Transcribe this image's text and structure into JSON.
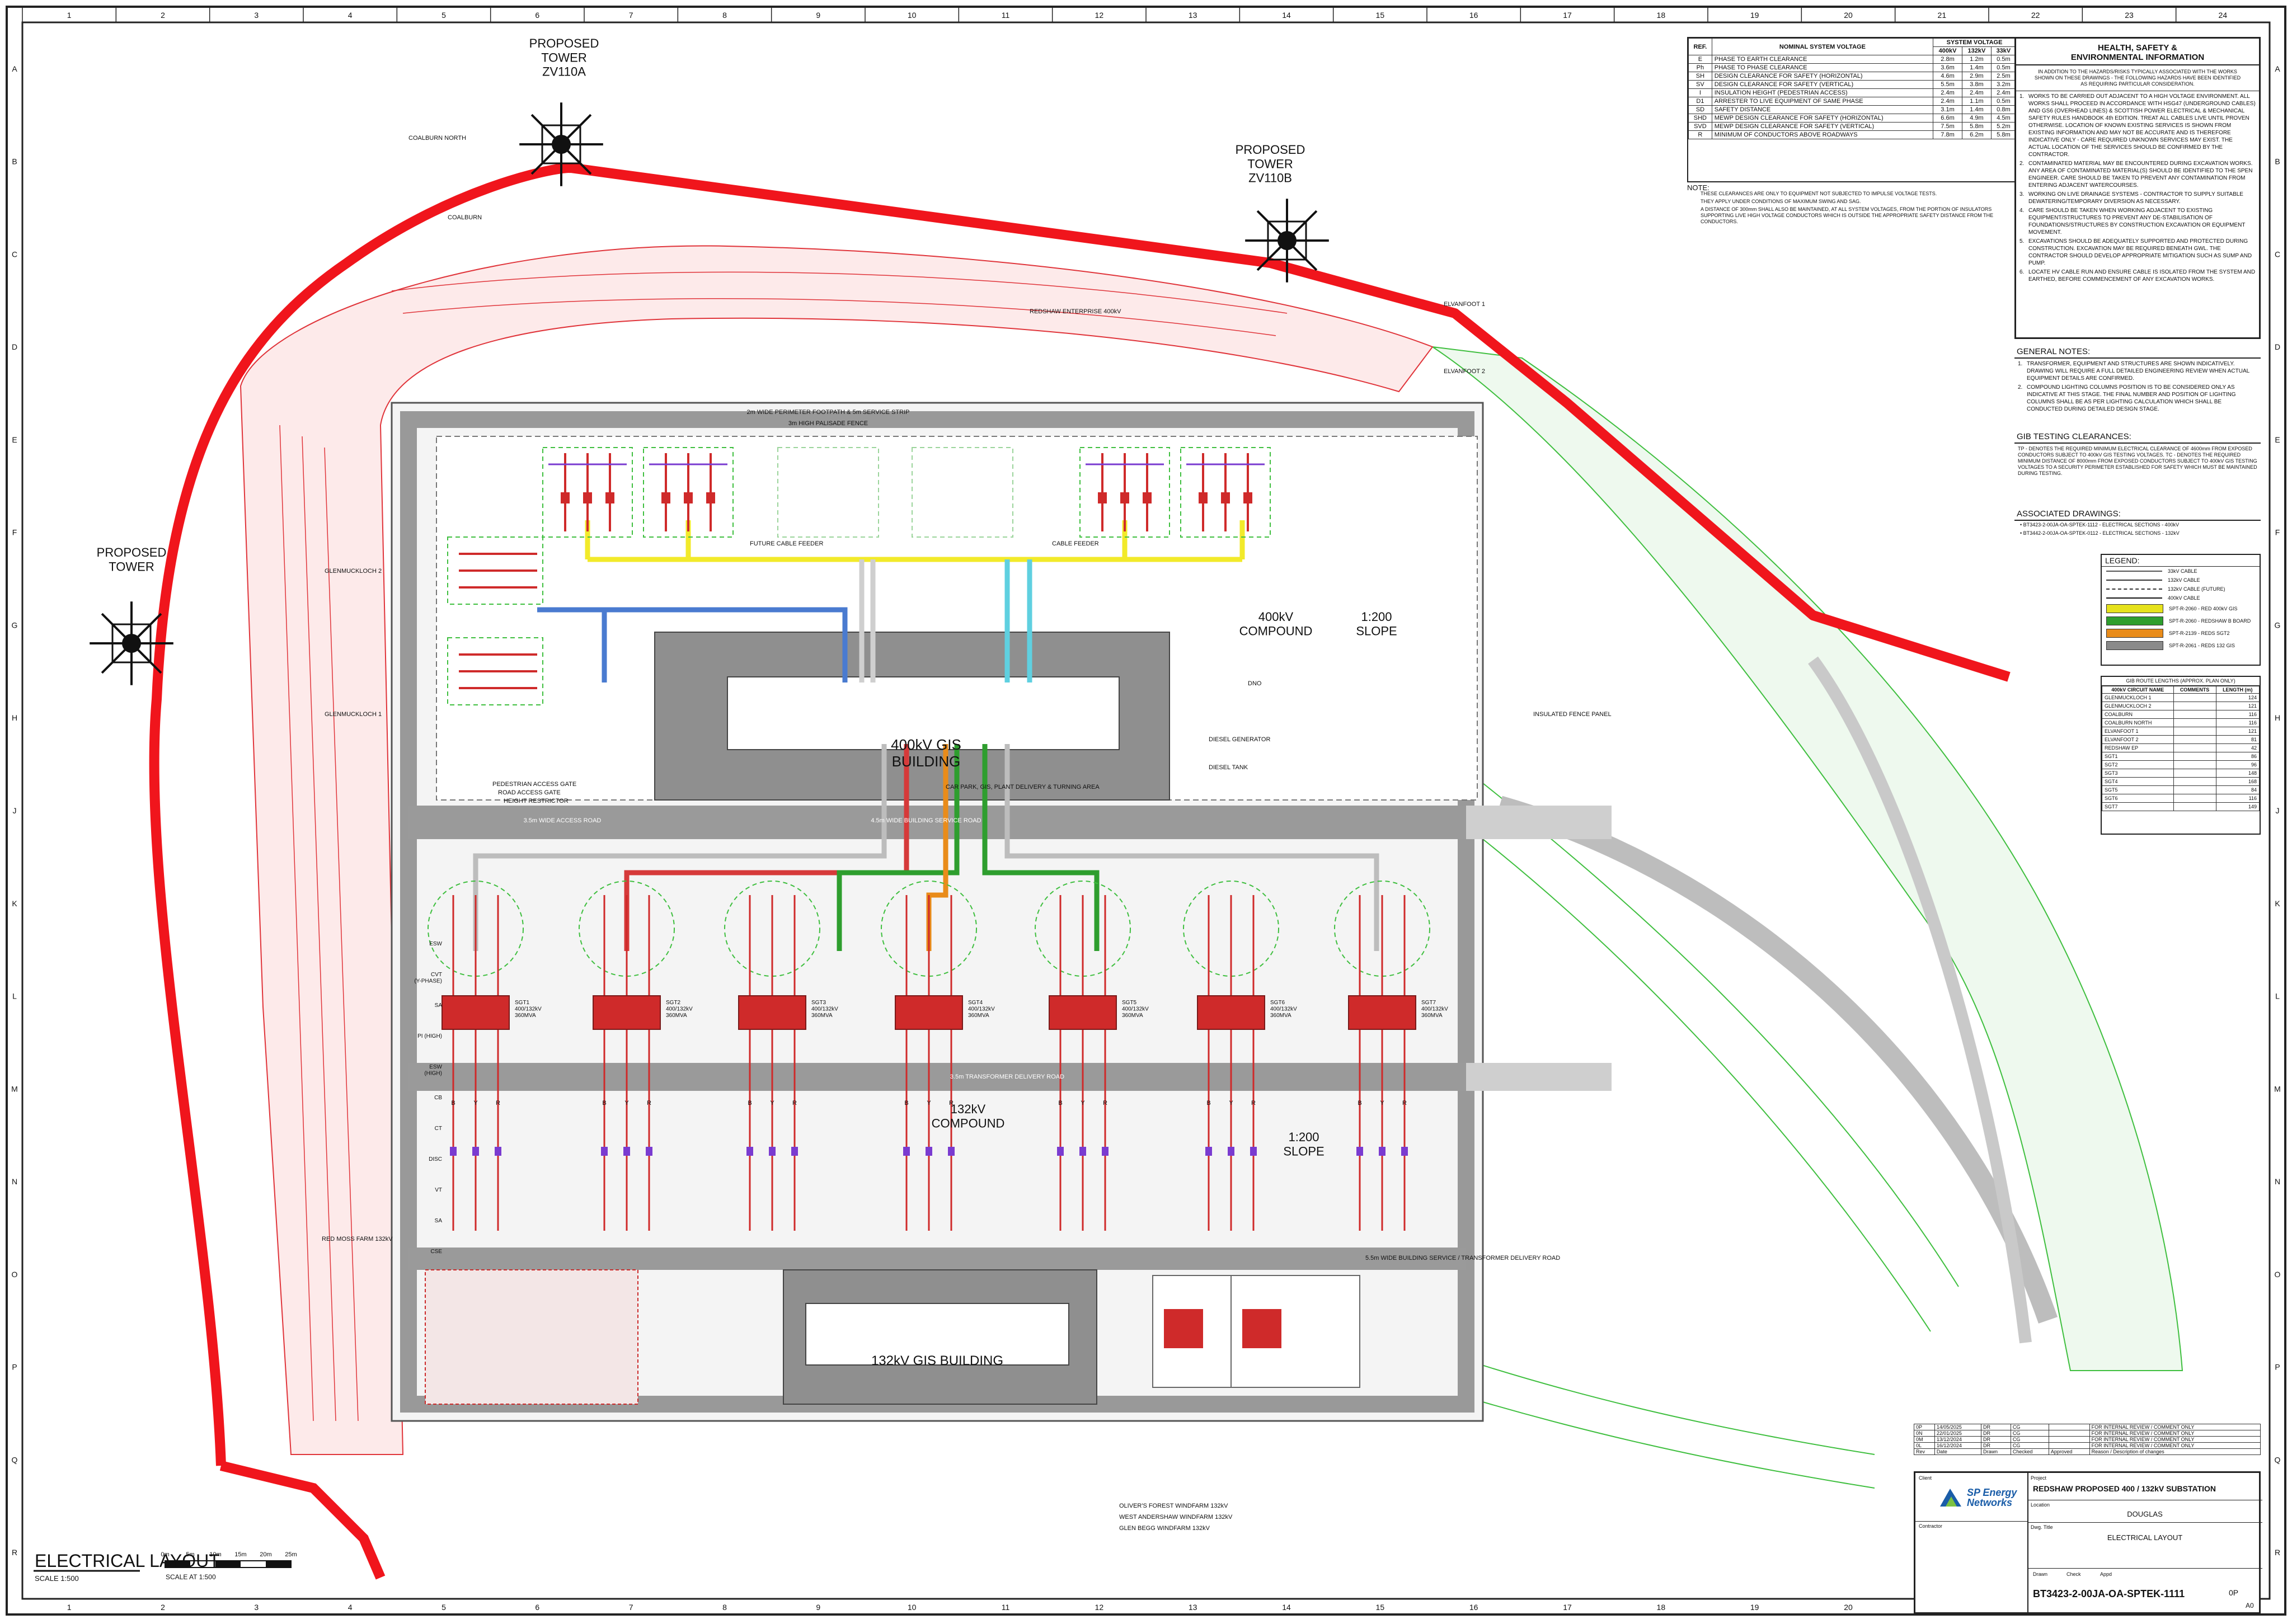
{
  "drawing": {
    "title_label": "ELECTRICAL LAYOUT",
    "scale_label": "SCALE 1:500",
    "scale_bar_label": "SCALE AT 1:500",
    "scale_ticks": [
      "0m",
      "5m",
      "10m",
      "15m",
      "20m",
      "25m"
    ],
    "grid_columns": [
      "1",
      "2",
      "3",
      "4",
      "5",
      "6",
      "7",
      "8",
      "9",
      "10",
      "11",
      "12",
      "13",
      "14",
      "15",
      "16",
      "17",
      "18",
      "19",
      "20",
      "21",
      "22",
      "23",
      "24"
    ],
    "grid_rows": [
      "A",
      "B",
      "C",
      "D",
      "E",
      "F",
      "G",
      "H",
      "J",
      "K",
      "L",
      "M",
      "N",
      "O",
      "P",
      "Q",
      "R"
    ]
  },
  "plan": {
    "towers": [
      {
        "label": "PROPOSED\nTOWER\nZV110A"
      },
      {
        "label": "PROPOSED\nTOWER\nZV110B"
      },
      {
        "label": "PROPOSED\nTOWER"
      }
    ],
    "compound_400": "400kV\nCOMPOUND",
    "compound_132": "132kV\nCOMPOUND",
    "slope_400": "1:200\nSLOPE",
    "slope_132": "1:200\nSLOPE",
    "gis_400": "400kV GIS\nBUILDING",
    "gis_132": "132kV GIS BUILDING",
    "roads": [
      "3.5m WIDE ACCESS ROAD",
      "4.5m WIDE BUILDING SERVICE ROAD",
      "3.5m TRANSFORMER DELIVERY ROAD",
      "5.5m WIDE BUILDING SERVICE / TRANSFORMER DELIVERY ROAD",
      "2m WIDE PERIMETER FOOTPATH & 5m SERVICE STRIP",
      "3m HIGH PALISADE FENCE"
    ],
    "callouts": [
      "PEDESTRIAN ACCESS GATE",
      "ROAD ACCESS GATE",
      "HEIGHT RESTRICTOR",
      "INSULATED FENCE PANEL",
      "DIESEL GENERATOR",
      "DIESEL TANK",
      "DNO",
      "CABLE FEEDER",
      "FUTURE CABLE FEEDER",
      "CAR PARK, GIS, PLANT DELIVERY & TURNING AREA"
    ],
    "circuits": [
      "COALBURN NORTH",
      "COALBURN",
      "ELVANFOOT 1",
      "ELVANFOOT 2",
      "GLENMUCKLOCH 1",
      "GLENMUCKLOCH 2",
      "RED MOSS FARM 132kV",
      "OLIVER'S FOREST WINDFARM 132kV",
      "WEST ANDERSHAW WINDFARM 132kV",
      "GLEN BEGG WINDFARM 132kV",
      "REDSHAW ENTERPRISE 400kV"
    ],
    "transformers": [
      "SGT1\n400/132kV\n360MVA",
      "SGT2\n400/132kV\n360MVA",
      "SGT3\n400/132kV\n360MVA",
      "SGT4\n400/132kV\n360MVA",
      "SGT5\n400/132kV\n360MVA",
      "SGT6\n400/132kV\n360MVA",
      "SGT7\n400/132kV\n360MVA"
    ],
    "bay_labels": [
      "ESW",
      "CVT\n(Y-PHASE)",
      "SA",
      "PI (HIGH)",
      "ESW\n(HIGH)",
      "CB",
      "CT",
      "DISC",
      "VT",
      "SA",
      "CSE"
    ],
    "phases": [
      "B",
      "Y",
      "R"
    ]
  },
  "clearance_table": {
    "header_ref": "REF.",
    "header_desc": "NOMINAL SYSTEM VOLTAGE",
    "header_sys": "SYSTEM VOLTAGE",
    "voltages": [
      "400kV",
      "132kV",
      "33kV"
    ],
    "rows": [
      {
        "ref": "E",
        "desc": "PHASE TO EARTH CLEARANCE",
        "v": [
          "2.8m",
          "1.2m",
          "0.5m"
        ]
      },
      {
        "ref": "Ph",
        "desc": "PHASE TO PHASE CLEARANCE",
        "v": [
          "3.6m",
          "1.4m",
          "0.5m"
        ]
      },
      {
        "ref": "SH",
        "desc": "DESIGN CLEARANCE FOR SAFETY (HORIZONTAL)",
        "v": [
          "4.6m",
          "2.9m",
          "2.5m"
        ]
      },
      {
        "ref": "SV",
        "desc": "DESIGN CLEARANCE FOR SAFETY (VERTICAL)",
        "v": [
          "5.5m",
          "3.8m",
          "3.2m"
        ]
      },
      {
        "ref": "I",
        "desc": "INSULATION HEIGHT (PEDESTRIAN ACCESS)",
        "v": [
          "2.4m",
          "2.4m",
          "2.4m"
        ]
      },
      {
        "ref": "D1",
        "desc": "ARRESTER TO LIVE EQUIPMENT OF SAME PHASE",
        "v": [
          "2.4m",
          "1.1m",
          "0.5m"
        ]
      },
      {
        "ref": "SD",
        "desc": "SAFETY DISTANCE",
        "v": [
          "3.1m",
          "1.4m",
          "0.8m"
        ]
      },
      {
        "ref": "SHD",
        "desc": "MEWP DESIGN CLEARANCE FOR SAFETY (HORIZONTAL)",
        "v": [
          "6.6m",
          "4.9m",
          "4.5m"
        ]
      },
      {
        "ref": "SVD",
        "desc": "MEWP DESIGN CLEARANCE FOR SAFETY (VERTICAL)",
        "v": [
          "7.5m",
          "5.8m",
          "5.2m"
        ]
      },
      {
        "ref": "R",
        "desc": "MINIMUM OF CONDUCTORS ABOVE ROADWAYS",
        "v": [
          "7.8m",
          "6.2m",
          "5.8m"
        ]
      }
    ],
    "note_label": "NOTE:",
    "notes": [
      "THESE CLEARANCES ARE ONLY TO EQUIPMENT NOT SUBJECTED TO IMPULSE VOLTAGE TESTS.",
      "THEY APPLY UNDER CONDITIONS OF MAXIMUM SWING AND SAG.",
      "A DISTANCE OF 300mm SHALL ALSO BE MAINTAINED, AT ALL SYSTEM VOLTAGES, FROM THE PORTION OF INSULATORS SUPPORTING LIVE HIGH VOLTAGE CONDUCTORS WHICH IS OUTSIDE THE APPROPRIATE SAFETY DISTANCE FROM THE CONDUCTORS."
    ]
  },
  "hse": {
    "title": "HEALTH, SAFETY &\nENVIRONMENTAL INFORMATION",
    "intro": "IN ADDITION TO THE HAZARDS/RISKS TYPICALLY ASSOCIATED WITH THE WORKS SHOWN ON THESE DRAWINGS - THE FOLLOWING HAZARDS HAVE BEEN IDENTIFIED AS REQUIRING PARTICULAR CONSIDERATION.",
    "items": [
      "WORKS TO BE CARRIED OUT ADJACENT TO A HIGH VOLTAGE ENVIRONMENT. ALL WORKS SHALL PROCEED IN ACCORDANCE WITH HSG47 (UNDERGROUND CABLES) AND GS6 (OVERHEAD LINES) & SCOTTISH POWER ELECTRICAL & MECHANICAL SAFETY RULES HANDBOOK 4th EDITION. TREAT ALL CABLES LIVE UNTIL PROVEN OTHERWISE. LOCATION OF KNOWN EXISTING SERVICES IS SHOWN FROM EXISTING INFORMATION AND MAY NOT BE ACCURATE AND IS THEREFORE INDICATIVE ONLY - CARE REQUIRED UNKNOWN SERVICES MAY EXIST. THE ACTUAL LOCATION OF THE SERVICES SHOULD BE CONFIRMED BY THE CONTRACTOR.",
      "CONTAMINATED MATERIAL MAY BE ENCOUNTERED DURING EXCAVATION WORKS. ANY AREA OF CONTAMINATED MATERIAL(S) SHOULD BE IDENTIFIED TO THE SPEN ENGINEER. CARE SHOULD BE TAKEN TO PREVENT ANY CONTAMINATION FROM ENTERING ADJACENT WATERCOURSES.",
      "WORKING ON LIVE DRAINAGE SYSTEMS - CONTRACTOR TO SUPPLY SUITABLE DEWATERING/TEMPORARY DIVERSION AS NECESSARY.",
      "CARE SHOULD BE TAKEN WHEN WORKING ADJACENT TO EXISTING EQUIPMENT/STRUCTURES TO PREVENT ANY DE-STABILISATION OF FOUNDATIONS/STRUCTURES BY CONSTRUCTION EXCAVATION OR EQUIPMENT MOVEMENT.",
      "EXCAVATIONS SHOULD BE ADEQUATELY SUPPORTED AND PROTECTED DURING CONSTRUCTION. EXCAVATION MAY BE REQUIRED BENEATH GWL. THE CONTRACTOR SHOULD DEVELOP APPROPRIATE MITIGATION SUCH AS SUMP AND PUMP.",
      "LOCATE HV CABLE RUN AND ENSURE CABLE IS ISOLATED FROM THE SYSTEM AND EARTHED, BEFORE COMMENCEMENT OF ANY EXCAVATION WORKS."
    ]
  },
  "general_notes": {
    "title": "GENERAL NOTES:",
    "items": [
      "TRANSFORMER, EQUIPMENT AND STRUCTURES ARE SHOWN INDICATIVELY. DRAWING WILL REQUIRE A FULL DETAILED ENGINEERING REVIEW WHEN ACTUAL EQUIPMENT DETAILS ARE CONFIRMED.",
      "COMPOUND LIGHTING COLUMNS POSITION IS TO BE CONSIDERED ONLY AS INDICATIVE AT THIS STAGE. THE FINAL NUMBER AND POSITION OF LIGHTING COLUMNS SHALL BE AS PER LIGHTING CALCULATION WHICH SHALL BE CONDUCTED DURING DETAILED DESIGN STAGE."
    ]
  },
  "gib_testing": {
    "title": "GIB TESTING CLEARANCES:",
    "text": "TP - DENOTES THE REQUIRED MINIMUM ELECTRICAL CLEARANCE OF 4600mm FROM EXPOSED CONDUCTORS SUBJECT TO 400kV GIS TESTING VOLTAGES. TC - DENOTES THE REQUIRED MINIMUM DISTANCE OF 8000mm FROM EXPOSED CONDUCTORS SUBJECT TO 400kV GIS TESTING VOLTAGES TO A SECURITY PERIMETER ESTABLISHED FOR SAFETY WHICH MUST BE MAINTAINED DURING TESTING."
  },
  "associated": {
    "title": "ASSOCIATED DRAWINGS:",
    "items": [
      "BT3423-2-00JA-OA-SPTEK-1112 - ELECTRICAL SECTIONS - 400kV",
      "BT3442-2-00JA-OA-SPTEK-0112 - ELECTRICAL SECTIONS - 132kV"
    ]
  },
  "legend": {
    "title": "LEGEND:",
    "lines": [
      "33kV CABLE",
      "132kV CABLE",
      "132kV CABLE (FUTURE)",
      "400kV CABLE"
    ],
    "fills": [
      {
        "label": "SPT-R-2060 - RED 400kV GIS",
        "color": "#e6e21c"
      },
      {
        "label": "SPT-R-2060 - REDSHAW B BOARD",
        "color": "#2e9e2e"
      },
      {
        "label": "SPT-R-2139 - REDS SGT2",
        "color": "#e98c1a"
      },
      {
        "label": "SPT-R-2061 - REDS 132 GIS",
        "color": "#8a8a8a"
      }
    ]
  },
  "gib_routes": {
    "title": "GIB ROUTE LENGTHS (APPROX. PLAN ONLY)",
    "headers": [
      "400kV CIRCUIT NAME",
      "COMMENTS",
      "LENGTH (m)"
    ],
    "rows": [
      [
        "GLENMUCKLOCH 1",
        "",
        "124"
      ],
      [
        "GLENMUCKLOCH 2",
        "",
        "121"
      ],
      [
        "COALBURN",
        "",
        "116"
      ],
      [
        "COALBURN NORTH",
        "",
        "116"
      ],
      [
        "ELVANFOOT 1",
        "",
        "121"
      ],
      [
        "ELVANFOOT 2",
        "",
        "81"
      ],
      [
        "REDSHAW EP",
        "",
        "42"
      ],
      [
        "SGT1",
        "",
        "86"
      ],
      [
        "SGT2",
        "",
        "96"
      ],
      [
        "SGT3",
        "",
        "148"
      ],
      [
        "SGT4",
        "",
        "168"
      ],
      [
        "SGT5",
        "",
        "84"
      ],
      [
        "SGT6",
        "",
        "116"
      ],
      [
        "SGT7",
        "",
        "149"
      ]
    ]
  },
  "revisions": {
    "rows": [
      {
        "rev": "0P",
        "date": "14/05/2025",
        "by": "DR",
        "chk": "CG",
        "desc": "FOR INTERNAL REVIEW / COMMENT ONLY"
      },
      {
        "rev": "0N",
        "date": "22/01/2025",
        "by": "DR",
        "chk": "CG",
        "desc": "FOR INTERNAL REVIEW / COMMENT ONLY"
      },
      {
        "rev": "0M",
        "date": "13/12/2024",
        "by": "DR",
        "chk": "CG",
        "desc": "FOR INTERNAL REVIEW / COMMENT ONLY"
      },
      {
        "rev": "0L",
        "date": "16/12/2024",
        "by": "DR",
        "chk": "CG",
        "desc": "FOR INTERNAL REVIEW / COMMENT ONLY"
      }
    ],
    "headers": [
      "Rev",
      "Date",
      "Drawn",
      "Checked",
      "Approved",
      "Reason / Description of changes"
    ]
  },
  "title_block": {
    "client_label": "Client",
    "company": "SP Energy Networks",
    "project_label": "Project",
    "project": "REDSHAW PROPOSED 400 / 132kV SUBSTATION",
    "location_label": "Location",
    "location": "DOUGLAS",
    "title_label": "Dwg. Title",
    "title": "ELECTRICAL LAYOUT",
    "contractor_label": "Contractor",
    "drawing_no": "BT3423-2-00JA-OA-SPTEK-1111",
    "rev": "0P",
    "size": "A0",
    "drawn": "Drawn",
    "check": "Check",
    "appd": "Appd"
  }
}
